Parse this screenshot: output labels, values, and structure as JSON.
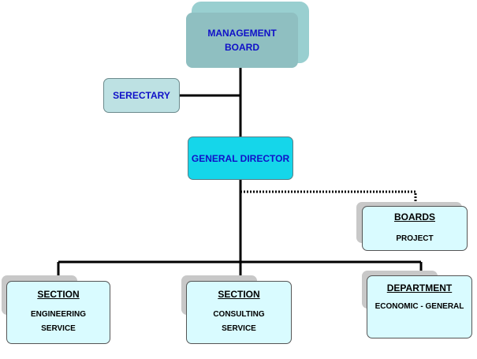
{
  "nodes": {
    "management_board": "MANAGEMENT BOARD",
    "secretary": "SERECTARY",
    "general_director": "GENERAL DIRECTOR",
    "boards": {
      "title": "BOARDS",
      "subtitle": "PROJECT"
    },
    "section_engineering": {
      "title": "SECTION",
      "line1": "ENGINEERING",
      "line2": "SERVICE"
    },
    "section_consulting": {
      "title": "SECTION",
      "line1": "CONSULTING",
      "line2": "SERVICE"
    },
    "department": {
      "title": "DEPARTMENT",
      "subtitle": "ECONOMIC - GENERAL"
    }
  },
  "colors": {
    "management_board": "#8fbfc1",
    "secretary": "#bde1e3",
    "general_director": "#15d6ea",
    "unit_box": "#d9fbff",
    "label_blue": "#1010c8"
  },
  "connections": [
    {
      "from": "MANAGEMENT BOARD",
      "to": "SERECTARY",
      "style": "solid"
    },
    {
      "from": "MANAGEMENT BOARD",
      "to": "GENERAL DIRECTOR",
      "style": "solid"
    },
    {
      "from": "GENERAL DIRECTOR",
      "to": "BOARDS",
      "style": "dotted"
    },
    {
      "from": "GENERAL DIRECTOR",
      "to": "SECTION ENGINEERING",
      "style": "solid"
    },
    {
      "from": "GENERAL DIRECTOR",
      "to": "SECTION CONSULTING",
      "style": "solid"
    },
    {
      "from": "GENERAL DIRECTOR",
      "to": "DEPARTMENT",
      "style": "solid"
    }
  ]
}
